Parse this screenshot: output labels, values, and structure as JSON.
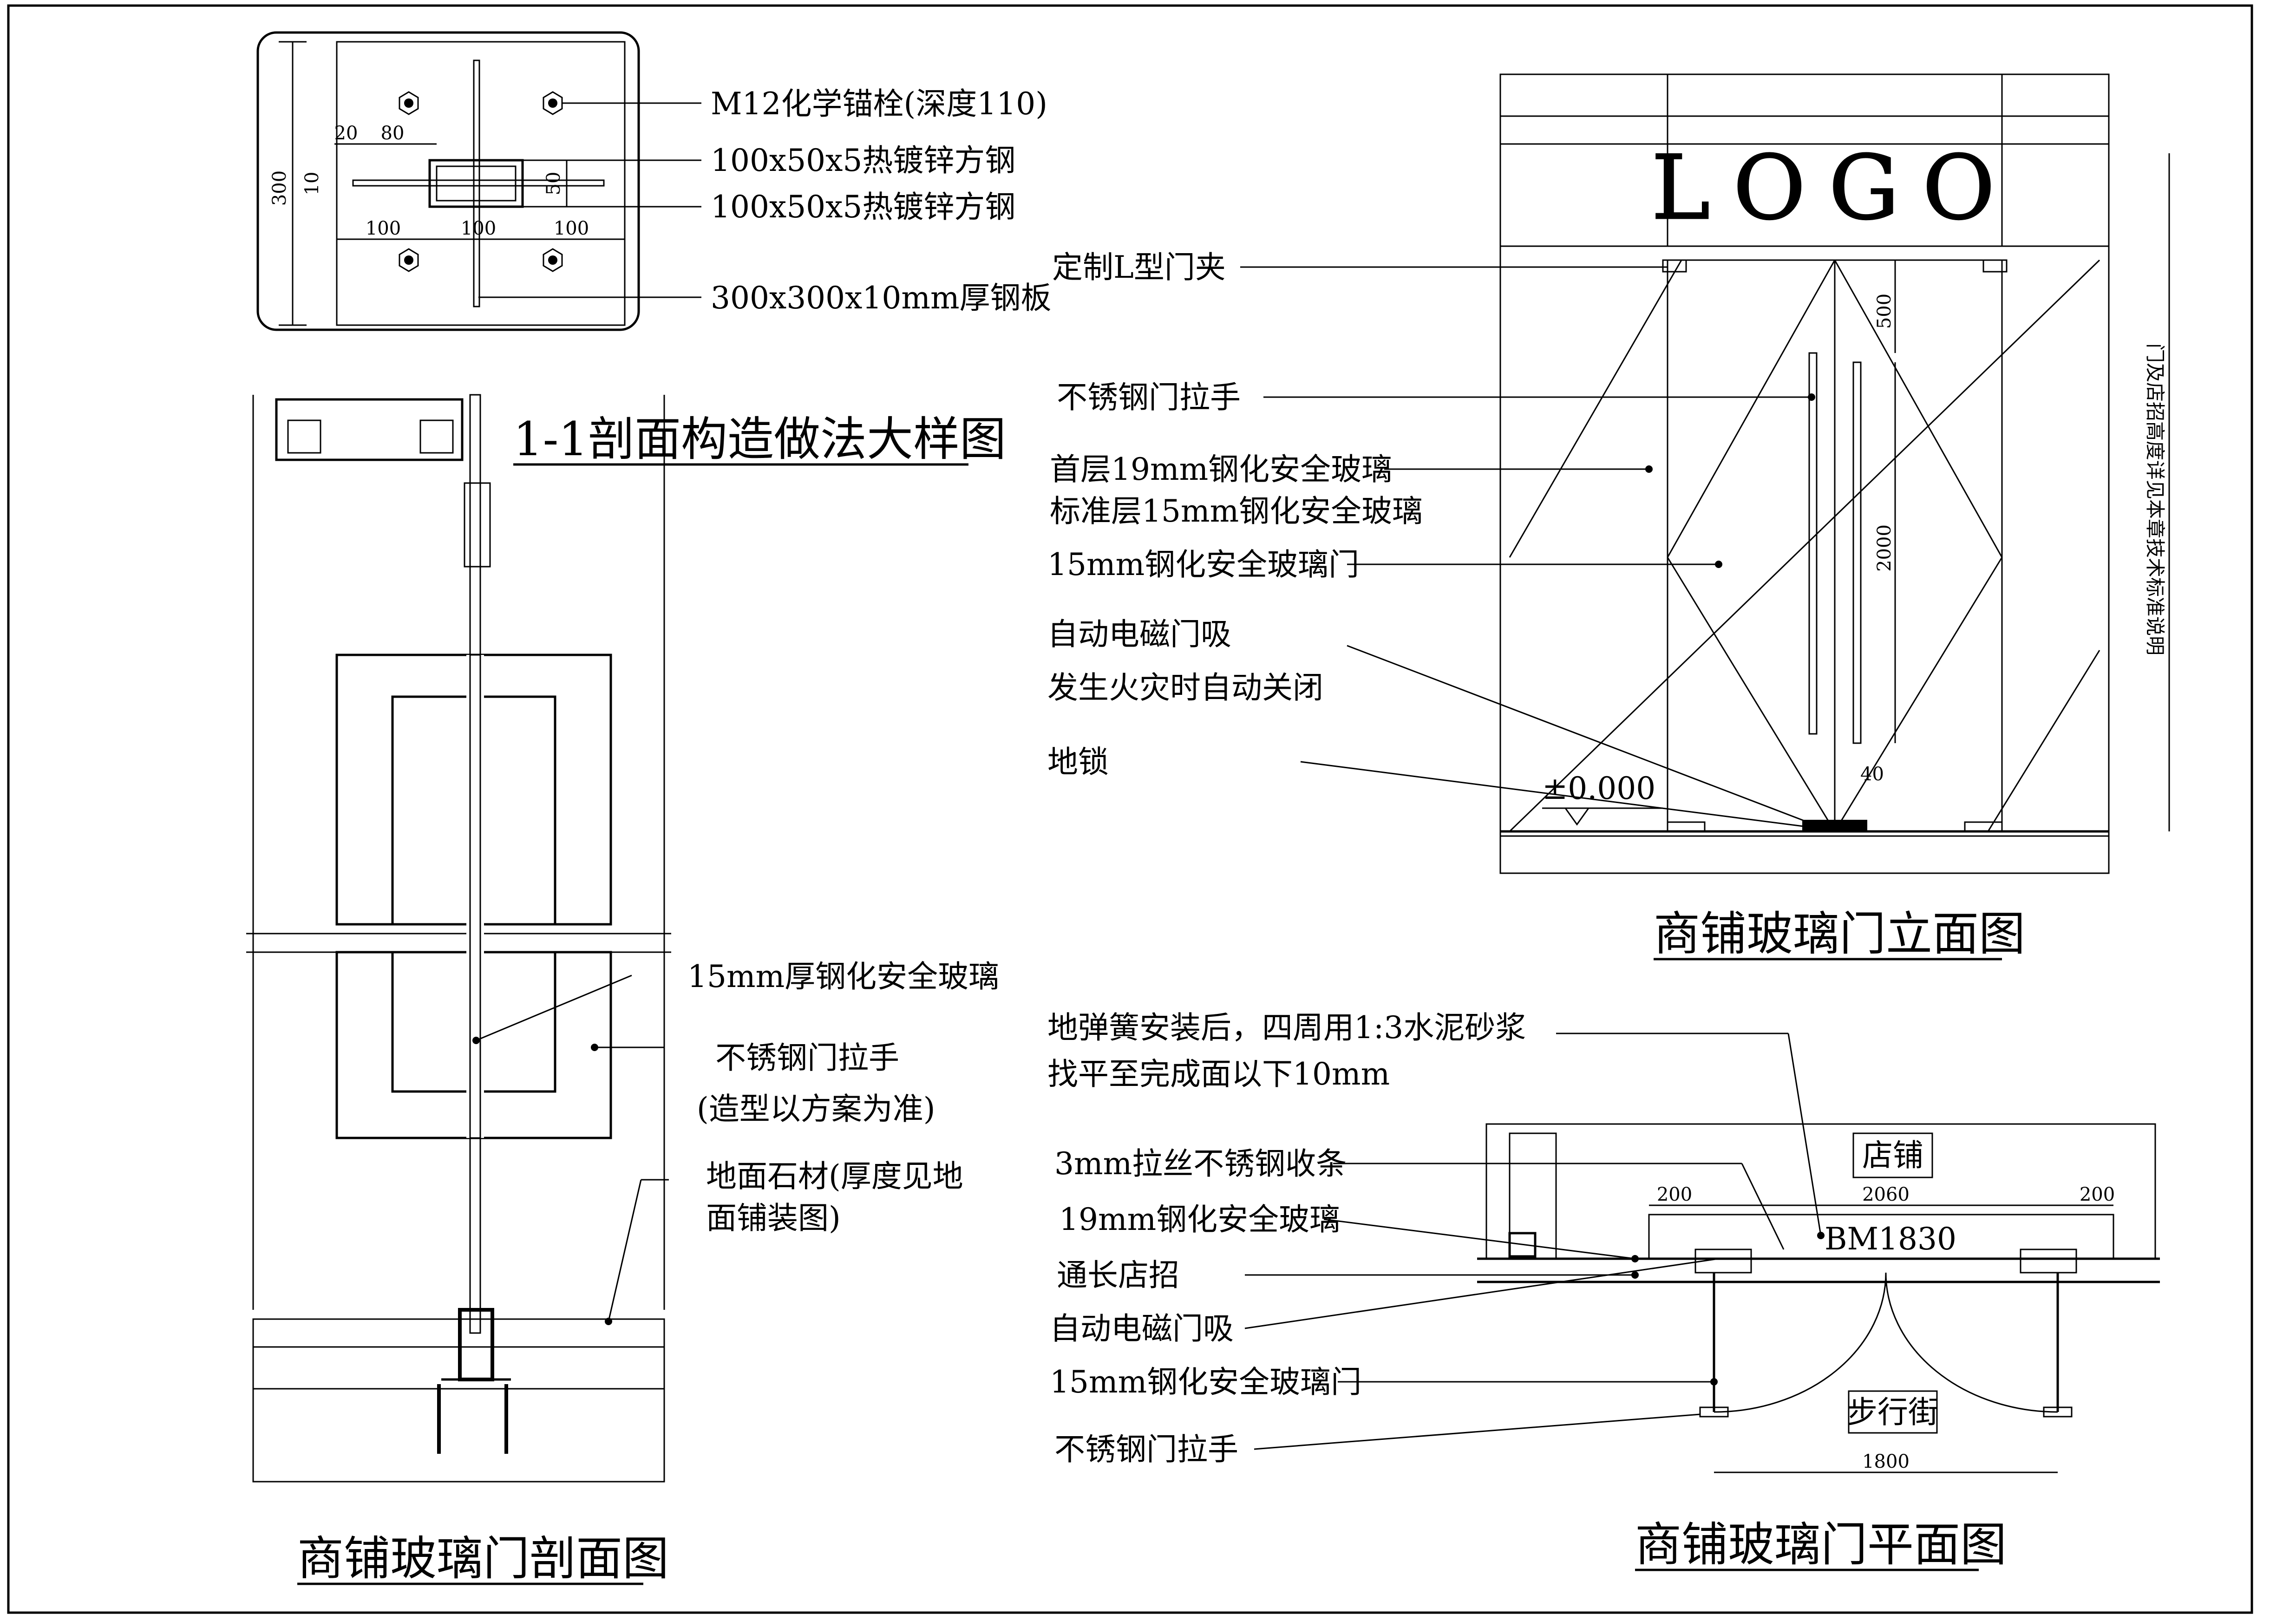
{
  "plate_detail": {
    "dim_300": "300",
    "dim_20": "20",
    "dim_80": "80",
    "dim_10": "10",
    "dim_50": "50",
    "dim_100_a": "100",
    "dim_100_b": "100",
    "dim_100_c": "100",
    "labels": [
      "M12化学锚栓(深度110)",
      "100x50x5热镀锌方钢",
      "100x50x5热镀锌方钢",
      "300x300x10mm厚钢板"
    ]
  },
  "section": {
    "title": "1-1剖面构造做法大样图",
    "subtitle": "商铺玻璃门剖面图",
    "labels": [
      "15mm厚钢化安全玻璃",
      "不锈钢门拉手",
      "(造型以方案为准)",
      "地面石材(厚度见地",
      "面铺装图)"
    ]
  },
  "elevation": {
    "title": "商铺玻璃门立面图",
    "logo": "LOGO",
    "level": "±0.000",
    "dim_500": "500",
    "dim_2000": "2000",
    "dim_40": "40",
    "side_note": "门及店招高度详见本章技术标准说明",
    "labels": [
      "定制L型门夹",
      "不锈钢门拉手",
      "首层19mm钢化安全玻璃",
      "标准层15mm钢化安全玻璃",
      "15mm钢化安全玻璃门",
      "自动电磁门吸",
      "发生火灾时自动关闭",
      "地锁"
    ]
  },
  "plan": {
    "title": "商铺玻璃门平面图",
    "note_line1": "地弹簧安装后，四周用1:3水泥砂浆",
    "note_line2": "找平至完成面以下10mm",
    "shop": "店铺",
    "street": "步行街",
    "code": "BM1830",
    "dim_200_left": "200",
    "dim_2060": "2060",
    "dim_200_right": "200",
    "dim_1800": "1800",
    "labels": [
      "3mm拉丝不锈钢收条",
      "19mm钢化安全玻璃",
      "通长店招",
      "自动电磁门吸",
      "15mm钢化安全玻璃门",
      "不锈钢门拉手"
    ]
  }
}
